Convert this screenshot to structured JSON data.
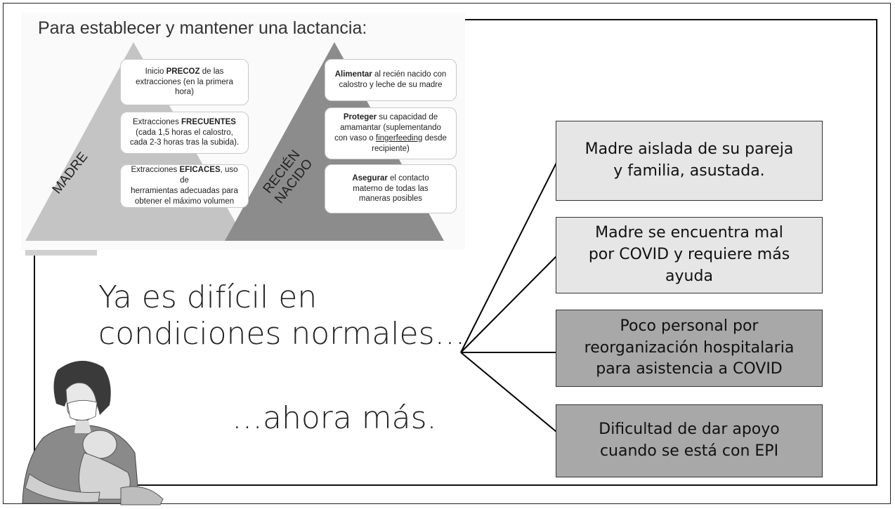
{
  "panel": {
    "title": "Para establecer y mantener una lactancia:",
    "madre_label": "MADRE",
    "rn_label_1": "RECIÉN",
    "rn_label_2": "NACIDO",
    "cards_madre": [
      {
        "line1": "Inicio PRECOZ de las",
        "line2": "extracciones (en la primera",
        "line3": "hora)"
      },
      {
        "line1": "Extracciones FRECUENTES",
        "line2": "(cada 1,5 horas el calostro,",
        "line3": "cada 2-3 horas tras la subida)."
      },
      {
        "line1": "Extracciones EFICACES, uso de",
        "line2": "herramientas adecuadas para",
        "line3": "obtener el máximo volumen"
      }
    ],
    "cards_rn": [
      {
        "line1": "Alimentar al recién nacido con",
        "line2": "calostro y leche de su madre"
      },
      {
        "line1": "Proteger su capacidad de",
        "line2": "amamantar (suplementando",
        "line3": "con vaso o fingerfeeding desde",
        "line4": "recipiente)"
      },
      {
        "line1": "Asegurar el contacto",
        "line2": "materno de todas las",
        "line3": "maneras posibles"
      }
    ]
  },
  "main_text": {
    "line1": "Ya es difícil en",
    "line2": "condiciones normales…",
    "line3": "…ahora más."
  },
  "boxes": [
    {
      "line1": "Madre aislada de su pareja",
      "line2": "y familia, asustada."
    },
    {
      "line1": "Madre se encuentra mal",
      "line2": "por COVID y requiere más",
      "line3": "ayuda"
    },
    {
      "line1": "Poco personal por",
      "line2": "reorganización hospitalaria",
      "line3": "para asistencia a COVID"
    },
    {
      "line1": "Dificultad de dar apoyo",
      "line2": "cuando se está con EPI"
    }
  ],
  "colors": {
    "light_box": "#e6e6e6",
    "dark_box": "#a8a8a8",
    "triangle_light": "#c4c4c4",
    "triangle_dark": "#8c8c8c"
  }
}
